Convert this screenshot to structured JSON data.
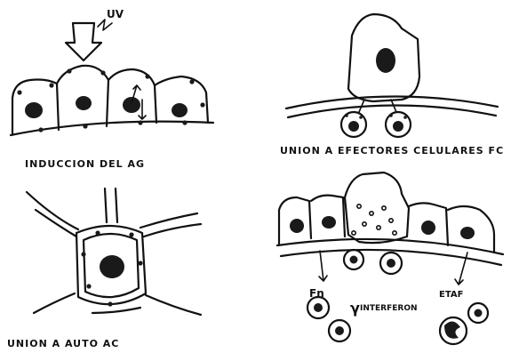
{
  "panels": {
    "induction": {
      "caption": "INDUCCION DEL AG",
      "uv_label": "UV"
    },
    "effectors": {
      "caption": "UNION A EFECTORES CELULARES FC"
    },
    "autoantibody": {
      "caption": "UNION A AUTO AC"
    },
    "cytokines": {
      "fn_label": "Fn",
      "gamma_symbol": "γ",
      "interferon_label": "INTERFERON",
      "etaf_label": "ETAF"
    }
  },
  "colors": {
    "ink": "#111111",
    "background": "#ffffff"
  }
}
